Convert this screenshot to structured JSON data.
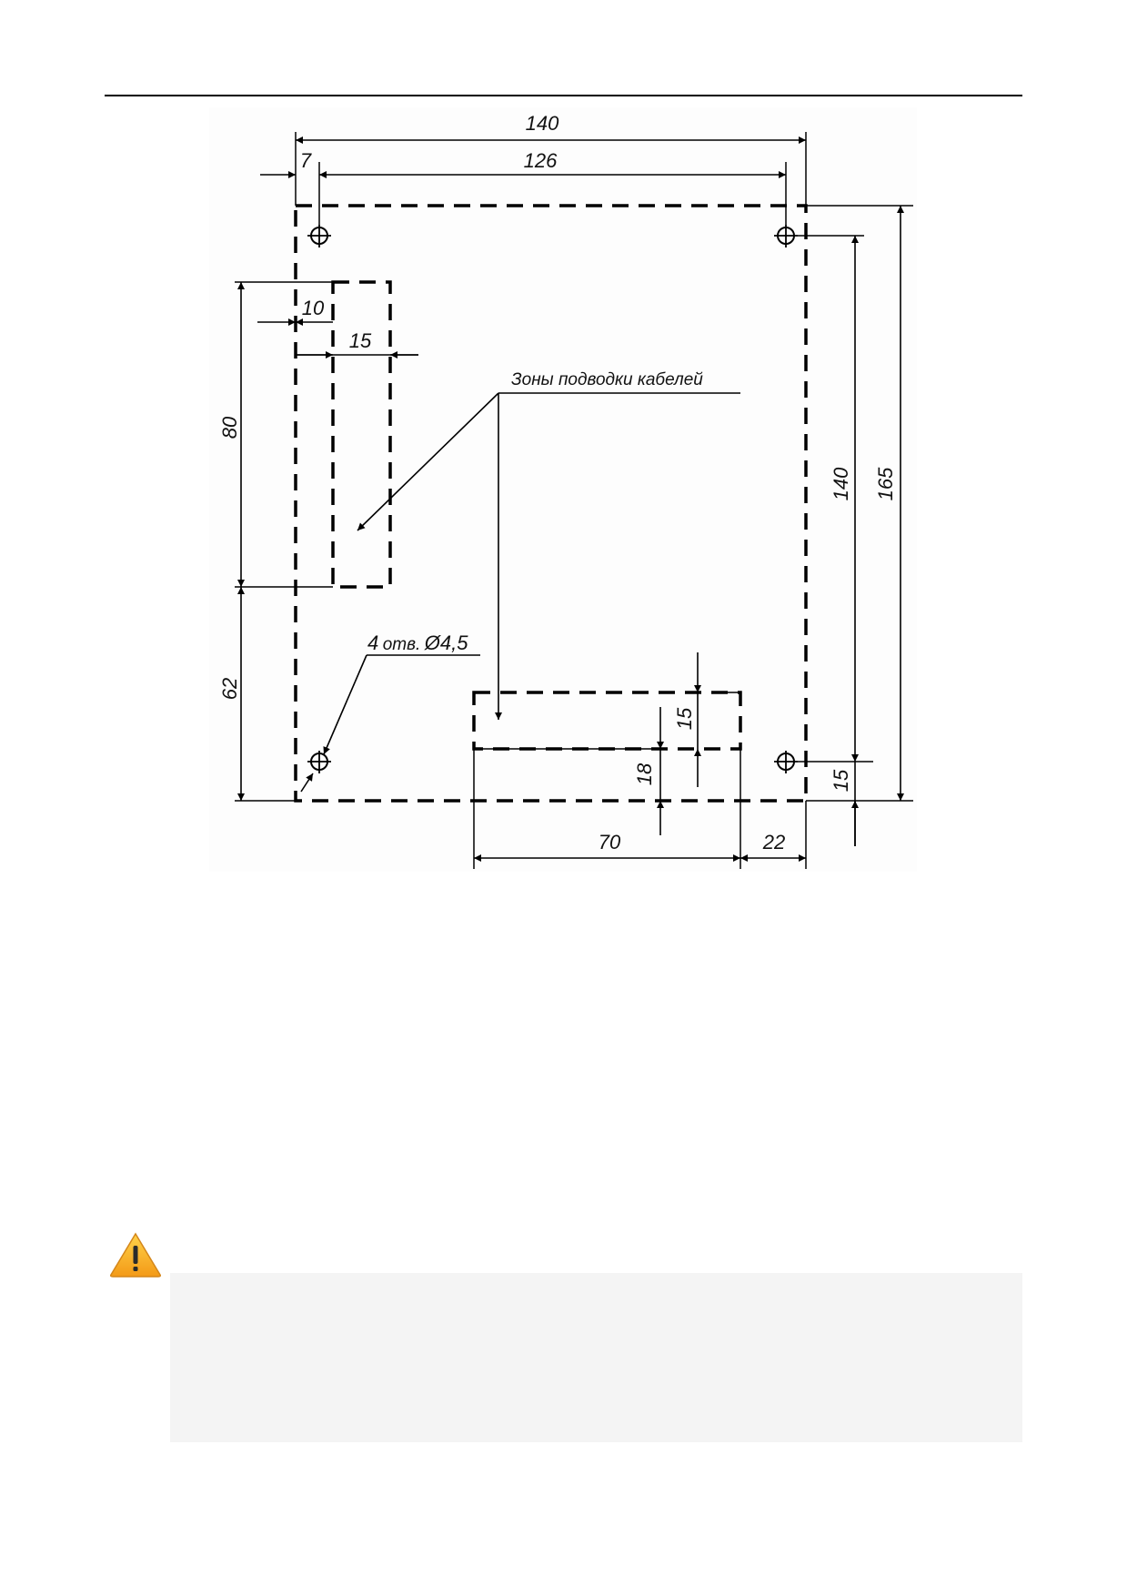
{
  "drawing": {
    "dims": {
      "overall_width": "140",
      "hole_spacing_x": "126",
      "hole_offset_x": "7",
      "zone_offset_x": "10",
      "zone_width": "15",
      "zone_height": "80",
      "zone_bottom": "62",
      "hole_spacing_y": "140",
      "overall_height": "165",
      "hole_offset_y": "15",
      "bottom_zone_depth": "15",
      "bottom_zone_offset": "18",
      "bottom_zone_width": "70",
      "bottom_zone_right": "22"
    },
    "cable_zones_label": "Зоны подводки кабелей",
    "holes_label_count": "4",
    "holes_label_abbr": "отв.",
    "holes_label_dia": "Ø4,5"
  },
  "warning": {
    "icon": "warning-triangle-icon",
    "color": "#f5a623"
  }
}
